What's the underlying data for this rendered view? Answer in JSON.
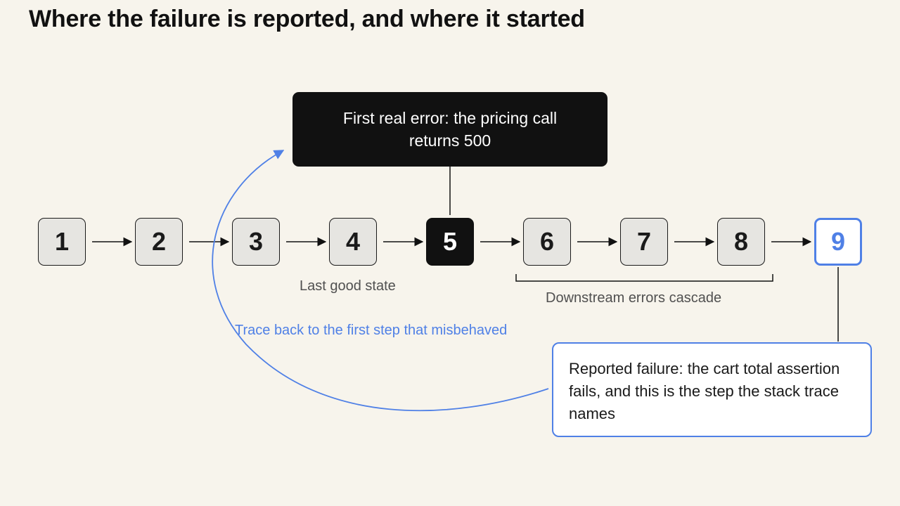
{
  "title": "Where the failure is reported, and where it started",
  "steps": [
    {
      "label": "1",
      "state": "normal"
    },
    {
      "label": "2",
      "state": "normal"
    },
    {
      "label": "3",
      "state": "normal"
    },
    {
      "label": "4",
      "state": "normal"
    },
    {
      "label": "5",
      "state": "error"
    },
    {
      "label": "6",
      "state": "normal"
    },
    {
      "label": "7",
      "state": "normal"
    },
    {
      "label": "8",
      "state": "normal"
    },
    {
      "label": "9",
      "state": "reported"
    }
  ],
  "callouts": {
    "first_error": "First real error: the pricing call returns 500",
    "reported_failure": "Reported failure: the cart total assertion fails, and this is the step the stack trace names"
  },
  "labels": {
    "last_good": "Last good state",
    "cascade": "Downstream errors cascade",
    "trace_back": "Trace back to the first step that misbehaved"
  },
  "colors": {
    "accent": "#4f80e6",
    "error_fill": "#111111",
    "step_fill": "#e6e5e1",
    "background": "#f7f4ec"
  }
}
